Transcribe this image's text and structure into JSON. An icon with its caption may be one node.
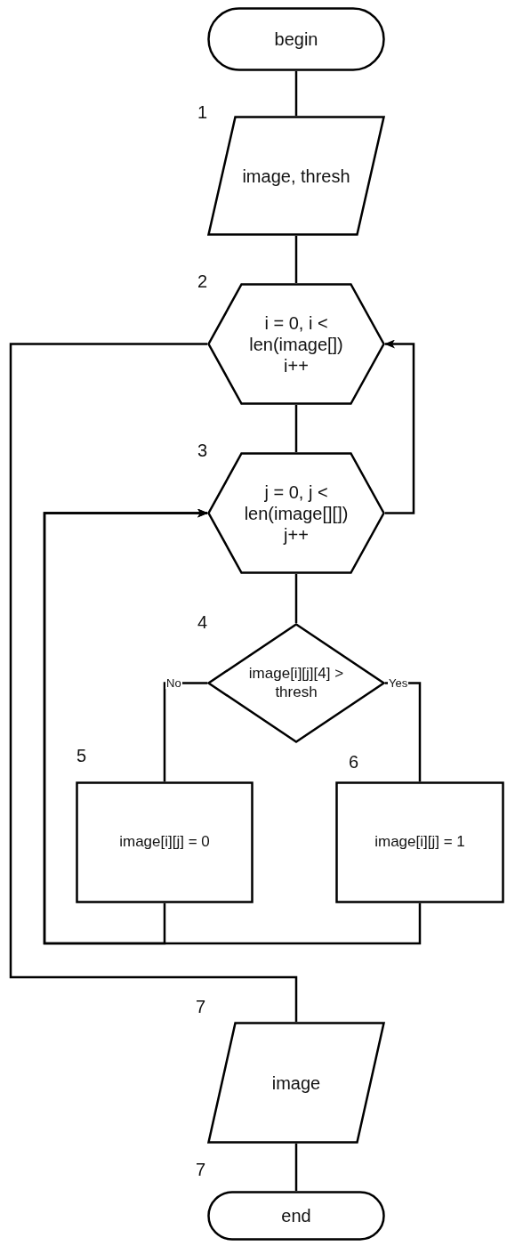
{
  "diagram": {
    "nodes": [
      {
        "text": [
          "begin"
        ]
      },
      {
        "text": [
          "image, thresh"
        ],
        "beside": [
          "1"
        ]
      },
      {
        "text": [
          "i = 0, i < len(image[]) i++"
        ],
        "beside": [
          "2"
        ]
      },
      {
        "text": [
          "j = 0, j < len(image[][]) j++"
        ],
        "beside": [
          "3"
        ]
      },
      {
        "text": [
          "image[i][j][4] > thresh"
        ],
        "beside": [
          "4"
        ]
      },
      {
        "text": [
          "image[i][j] = 0"
        ],
        "beside": [
          "5"
        ]
      },
      {
        "text": [
          "image[i][j] = 1"
        ],
        "beside": [
          "6"
        ]
      },
      {
        "text": [
          "image"
        ],
        "beside": [
          "7"
        ]
      },
      {
        "text": [
          "end"
        ],
        "beside": [
          "7"
        ]
      }
    ],
    "edges": [
      {
        "from": 0,
        "to": 1,
        "arrow": "none"
      },
      {
        "from": 1,
        "to": 2,
        "arrow": "none"
      },
      {
        "from": 2,
        "to": 3,
        "arrow": "none"
      },
      {
        "from": 3,
        "to": 4,
        "arrow": "none"
      },
      {
        "from": 4,
        "to": 5,
        "arrow": "none",
        "label": "No"
      },
      {
        "from": 4,
        "to": 6,
        "arrow": "none",
        "label": "Yes"
      },
      {
        "from": 5,
        "to": 3,
        "arrow": "to"
      },
      {
        "from": 6,
        "to": 3,
        "arrow": "to"
      },
      {
        "from": 3,
        "to": 2,
        "arrow": "to"
      },
      {
        "from": 2,
        "to": 7,
        "arrow": "none"
      },
      {
        "from": 7,
        "to": 8,
        "arrow": "none"
      }
    ]
  }
}
